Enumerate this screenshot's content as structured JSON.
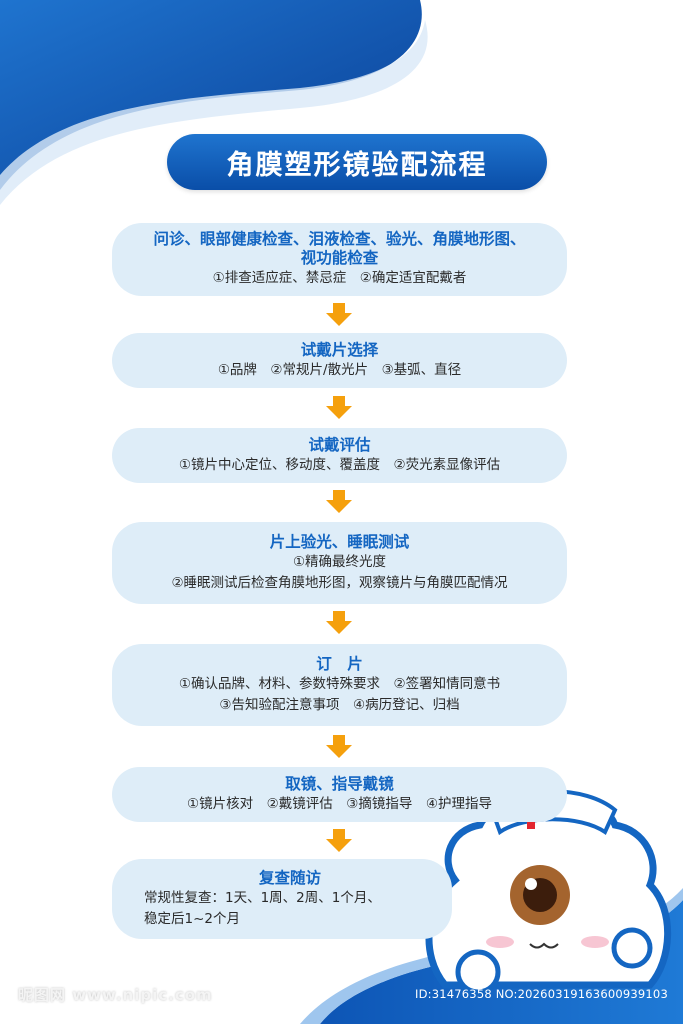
{
  "title": "角膜塑形镜验配流程",
  "steps": [
    {
      "heading_1": "问诊、眼部健康检查、泪液检查、验光、角膜地形图、",
      "heading_2": "视功能检查",
      "detail_1": "①排查适应症、禁忌症　②确定适宜配戴者"
    },
    {
      "heading_1": "试戴片选择",
      "detail_1": "①品牌　②常规片/散光片　③基弧、直径"
    },
    {
      "heading_1": "试戴评估",
      "detail_1": "①镜片中心定位、移动度、覆盖度　②荧光素显像评估"
    },
    {
      "heading_1": "片上验光、睡眠测试",
      "detail_1": "①精确最终光度",
      "detail_2": "②睡眠测试后检查角膜地形图，观察镜片与角膜匹配情况"
    },
    {
      "heading_1": "订　片",
      "detail_1": "①确认品牌、材料、参数特殊要求　②签署知情同意书",
      "detail_2": "③告知验配注意事项　④病历登记、归档"
    },
    {
      "heading_1": "取镜、指导戴镜",
      "detail_1": "①镜片核对　②戴镜评估　③摘镜指导　④护理指导"
    },
    {
      "heading_1": "复查随访",
      "detail_1": "常规性复查：1天、1周、2周、1个月、",
      "detail_2": "稳定后1~2个月"
    }
  ],
  "watermark": {
    "left": "昵图网 www.nipic.com",
    "right": "ID:31476358 NO:20260319163600939103"
  },
  "colors": {
    "primary_blue": "#0a4ea8",
    "step_fill": "#deedf8",
    "arrow_orange": "#f5a00d",
    "cross_red": "#e3262f"
  }
}
